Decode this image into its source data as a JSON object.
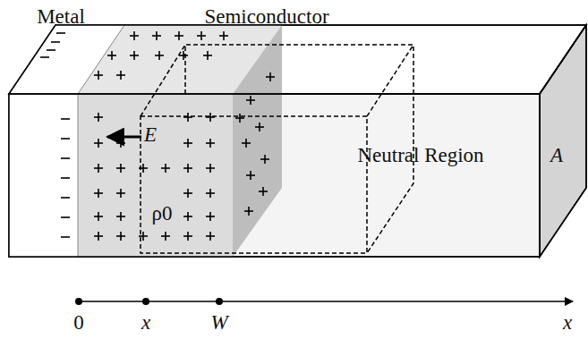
{
  "diagram": {
    "labels": [
      "Metal",
      "Semiconductor",
      "E",
      "ρ0",
      "Neutral Region",
      "A",
      "0",
      "x",
      "W",
      "x"
    ]
  }
}
